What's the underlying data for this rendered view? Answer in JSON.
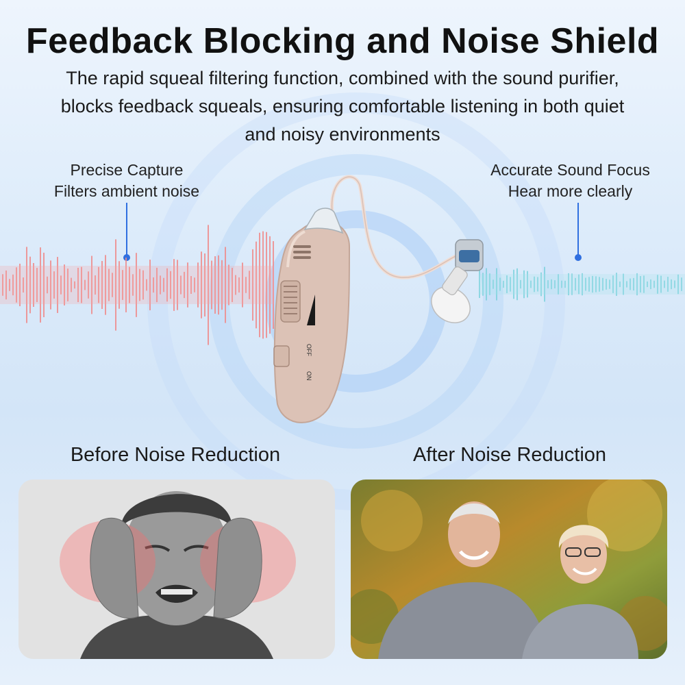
{
  "header": {
    "title": "Feedback Blocking and Noise Shield",
    "subtitle_lines": [
      "The rapid squeal filtering function, combined with the sound purifier,",
      "blocks feedback squeals, ensuring comfortable listening in both quiet",
      "and noisy environments"
    ]
  },
  "callouts": {
    "left": {
      "line1": "Precise Capture",
      "line2": "Filters ambient noise"
    },
    "right": {
      "line1": "Accurate Sound Focus",
      "line2": "Hear more clearly"
    }
  },
  "device": {
    "switch_off": "OFF",
    "switch_on": "ON"
  },
  "comparison": {
    "before_label": "Before Noise Reduction",
    "after_label": "After Noise Reduction"
  },
  "colors": {
    "accent_line": "#2f6fe0",
    "noise_wave": "#f08a8a",
    "clean_wave": "#7fd3de",
    "device_body": "#dcc2b6"
  }
}
